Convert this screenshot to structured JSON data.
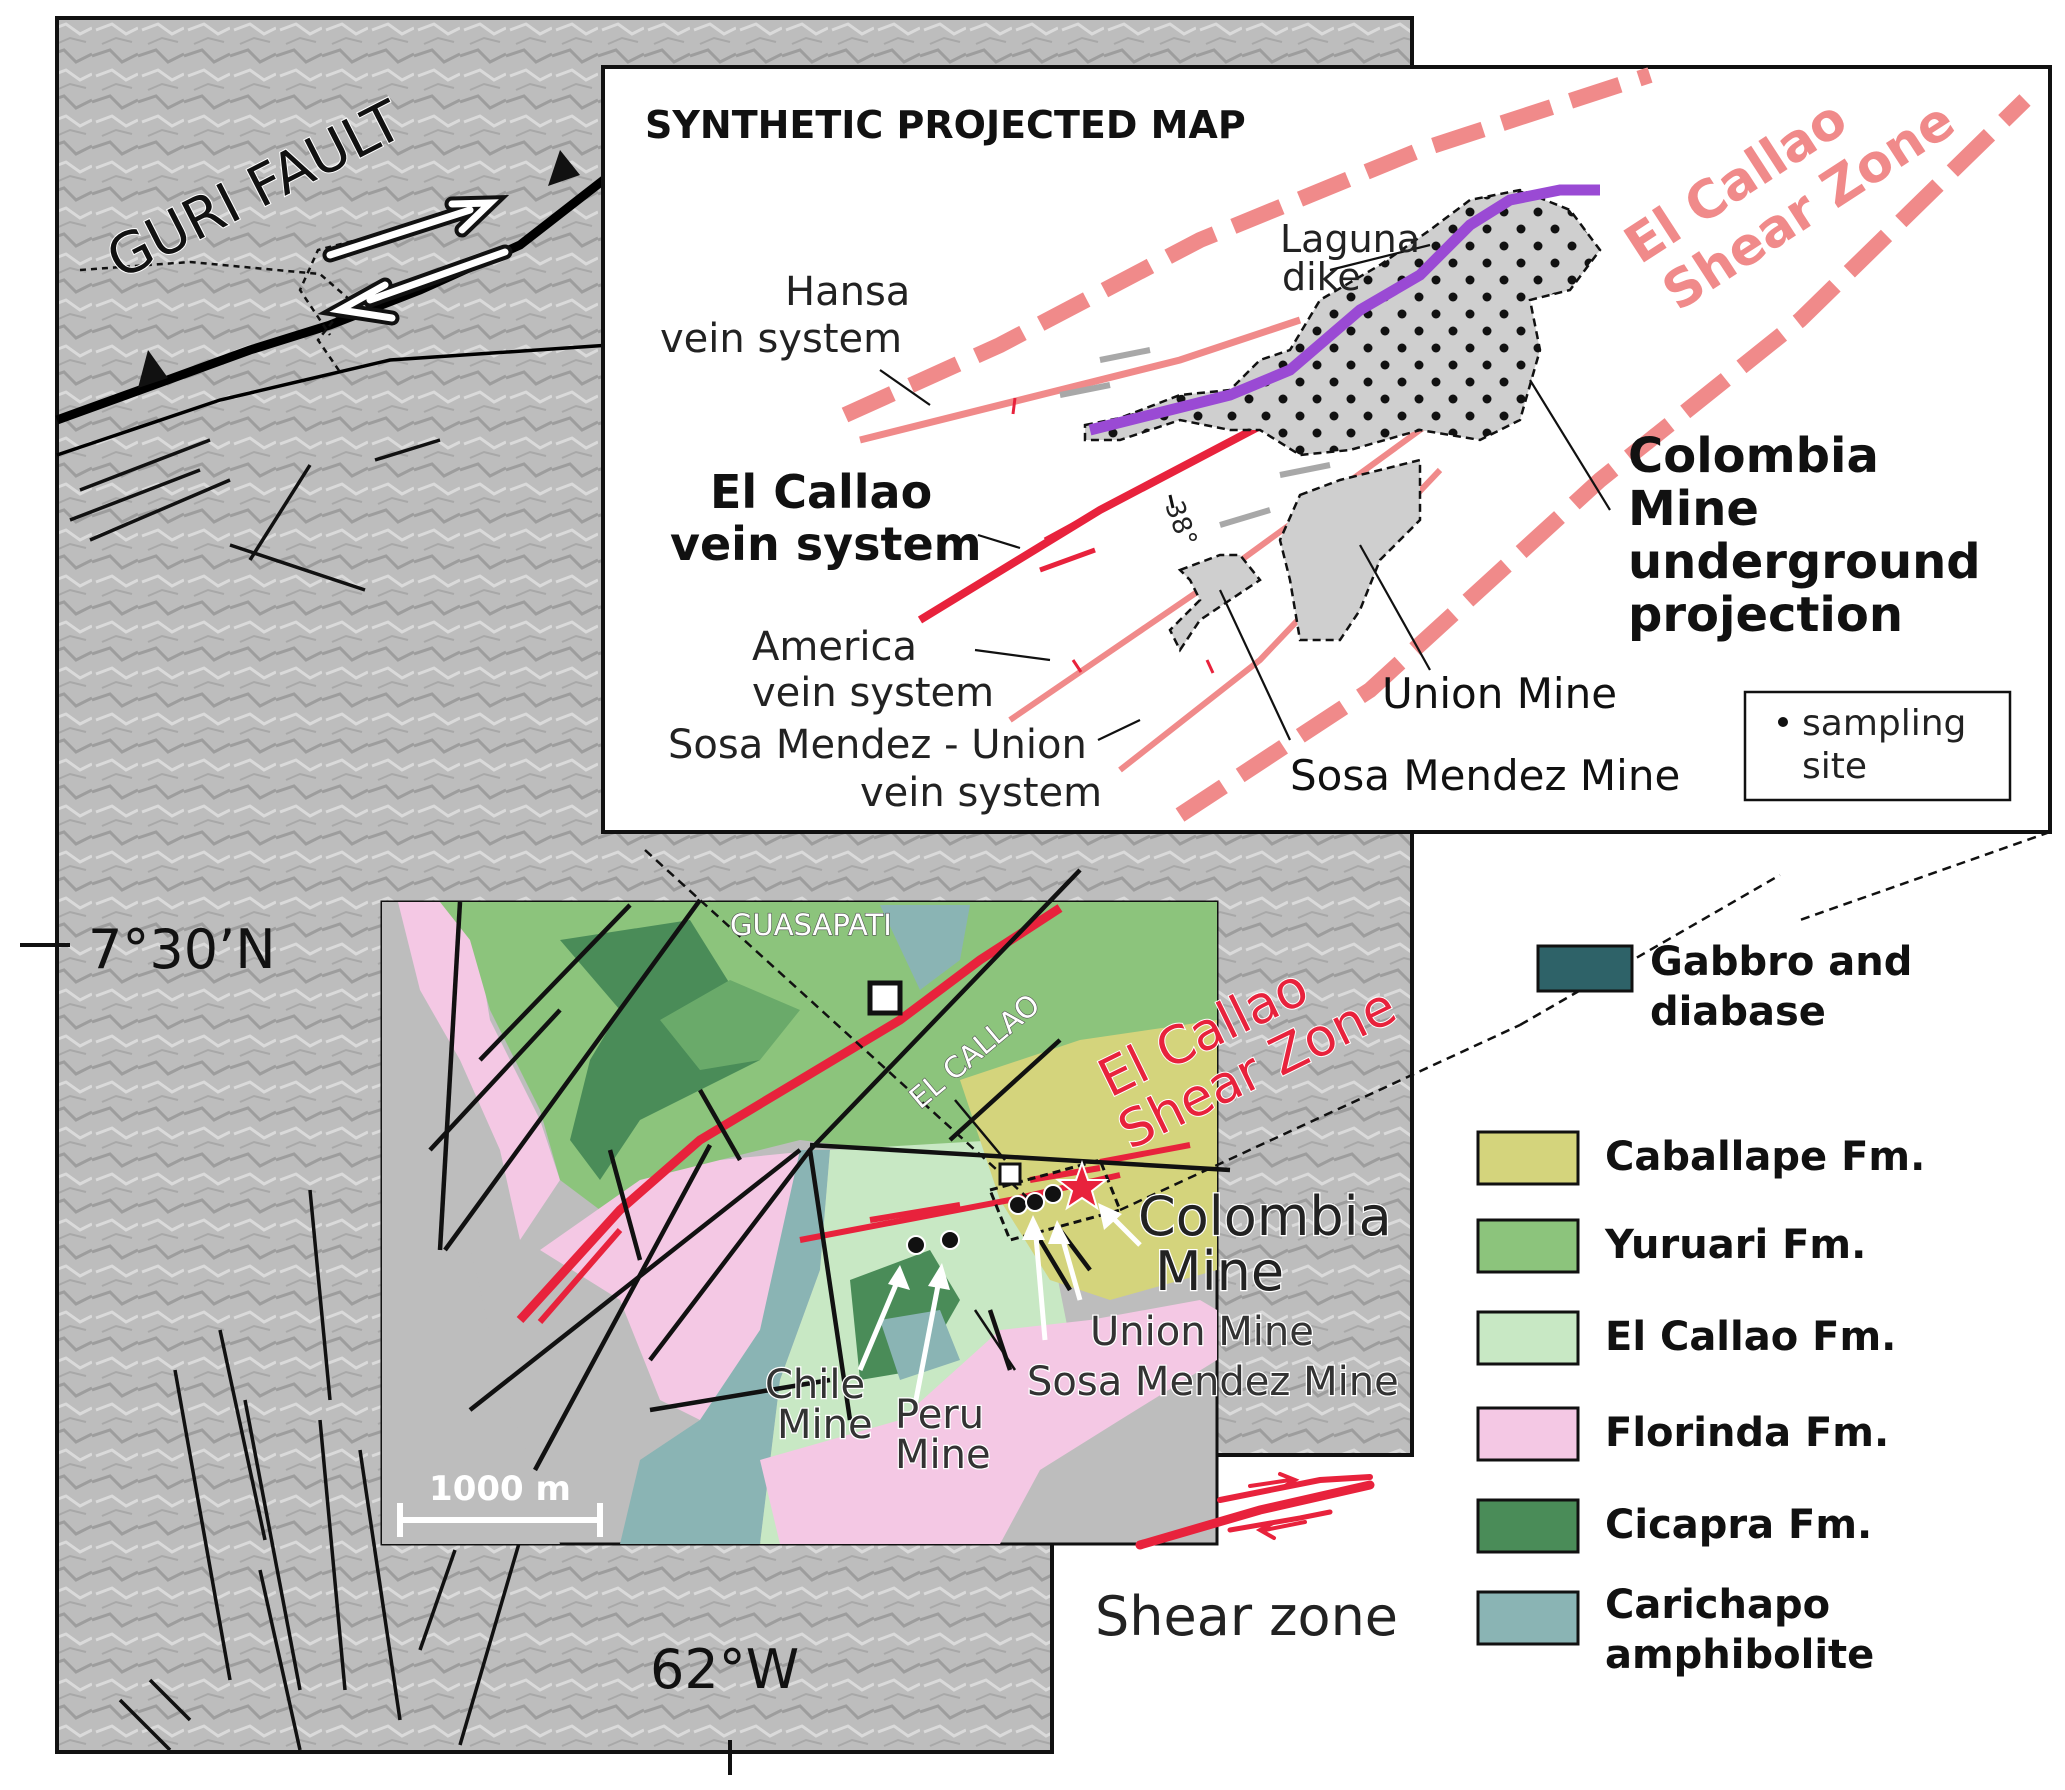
{
  "main_map": {
    "fault_name": "GURI FAULT",
    "lat_label": "7°30’N",
    "lon_label": "62°W"
  },
  "geology_map": {
    "towns": [
      "GUASAPATI",
      "EL CALLAO"
    ],
    "shear_zone_label": [
      "El Callao",
      "Shear Zone"
    ],
    "colombia_mine": [
      "Colombia",
      "Mine"
    ],
    "union_mine": "Union Mine",
    "sosa_mendez_mine": "Sosa Mendez Mine",
    "chile_mine": [
      "Chile",
      "Mine"
    ],
    "peru_mine": [
      "Peru",
      "Mine"
    ],
    "scale_label": "1000 m"
  },
  "inset": {
    "title": "SYNTHETIC PROJECTED MAP",
    "shear_zone_label": [
      "El Callao",
      "Shear Zone"
    ],
    "laguna_dike": [
      "Laguna",
      "dike"
    ],
    "hansa": [
      "Hansa",
      "vein system"
    ],
    "el_callao_vein": [
      "El Callao",
      "vein system"
    ],
    "america": [
      "America",
      "vein system"
    ],
    "sosa_union": [
      "Sosa Mendez - Union",
      "vein system"
    ],
    "colombia_projection": [
      "Colombia",
      "Mine",
      "underground",
      "projection"
    ],
    "union_mine": "Union Mine",
    "sosa_mendez_mine": "Sosa Mendez Mine",
    "dip": "38°",
    "sampling_legend": [
      "sampling",
      "site"
    ]
  },
  "legend": {
    "items": [
      {
        "label": [
          "Gabbro and",
          "diabase"
        ],
        "color": "#2e6268"
      },
      {
        "label": [
          "Caballape Fm."
        ],
        "color": "#d4d47c"
      },
      {
        "label": [
          "Yuruari Fm."
        ],
        "color": "#8cc47c"
      },
      {
        "label": [
          "El Callao Fm."
        ],
        "color": "#c8e8c4"
      },
      {
        "label": [
          "Florinda Fm."
        ],
        "color": "#f4c8e4"
      },
      {
        "label": [
          "Cicapra Fm."
        ],
        "color": "#4a8c58"
      },
      {
        "label": [
          "Carichapo",
          "amphibolite"
        ],
        "color": "#8ab4b4"
      }
    ],
    "shear_zone": "Shear zone"
  },
  "colors": {
    "shear_red": "#e8223c",
    "shear_pink": "#f08a8a",
    "dike_purple": "#9a4ad4"
  }
}
